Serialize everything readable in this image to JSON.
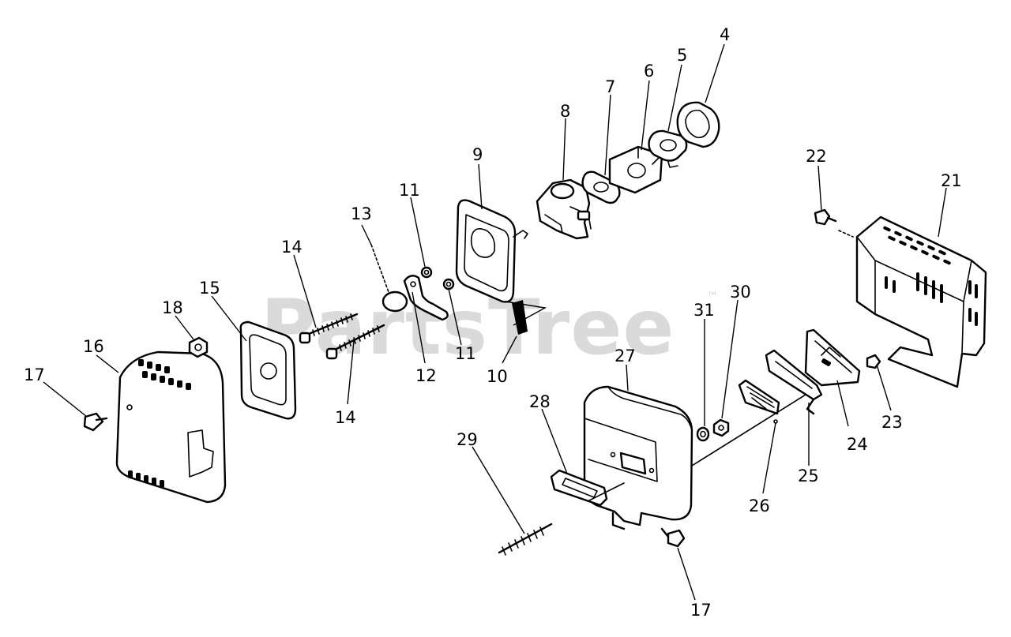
{
  "watermark": {
    "text": "PartsTree",
    "tm": "™"
  },
  "callouts": [
    "4",
    "5",
    "6",
    "7",
    "8",
    "9",
    "11",
    "13",
    "14",
    "15",
    "18",
    "16",
    "17",
    "12",
    "10",
    "22",
    "21",
    "31",
    "30",
    "27",
    "28",
    "29",
    "24",
    "25",
    "26",
    "23"
  ]
}
